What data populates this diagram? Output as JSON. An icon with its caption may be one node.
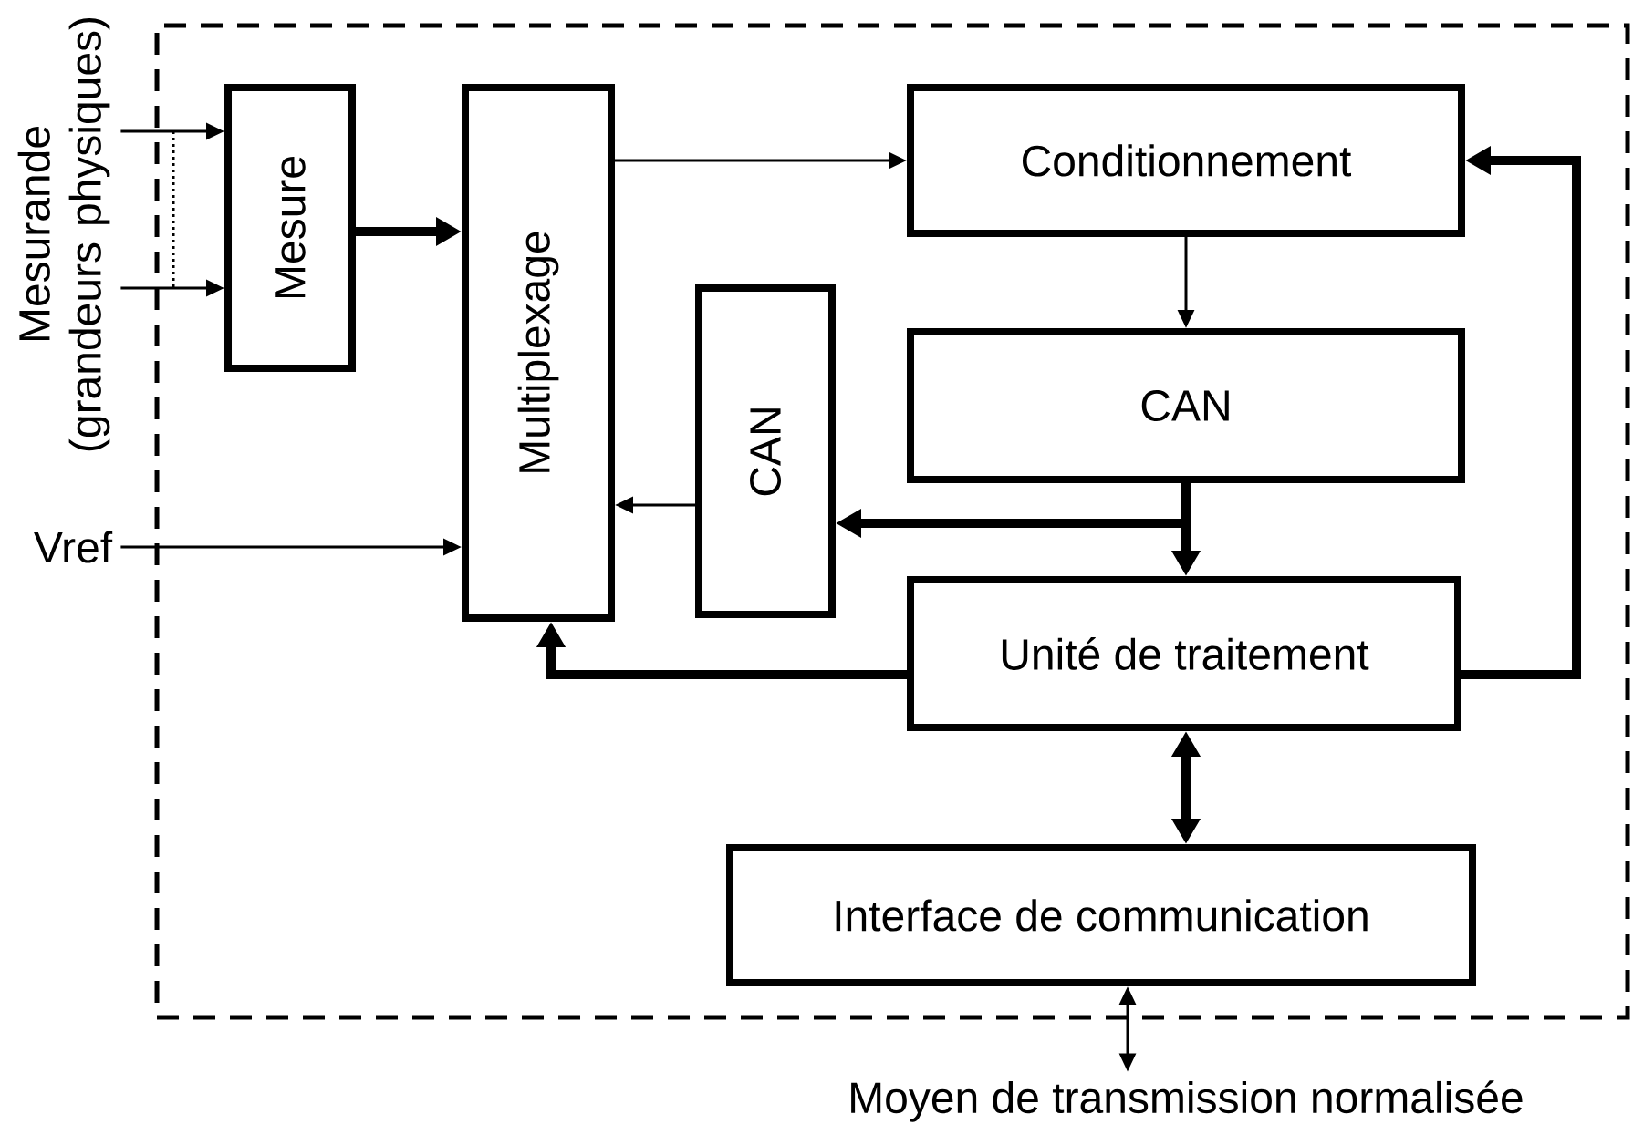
{
  "diagram": {
    "nodes": [
      {
        "text": [],
        "shape": "box"
      },
      {
        "text": [
          "Mesure"
        ],
        "in": 0
      },
      {
        "text": [
          "Multiplexage"
        ],
        "in": 0
      },
      {
        "text": [
          "Conditionnement"
        ],
        "in": 0
      },
      {
        "text": [
          "CAN"
        ],
        "in": 0
      },
      {
        "text": [
          "CAN"
        ],
        "in": 0
      },
      {
        "text": [
          "Unité de traitement"
        ],
        "in": 0
      },
      {
        "text": [
          "Interface de communication"
        ],
        "in": 0
      },
      {
        "text": [
          "Mesurande (grandeurs physiques)"
        ]
      },
      {
        "text": [
          "Vref"
        ]
      },
      {
        "text": [
          "Moyen de transmission normalisée"
        ]
      }
    ],
    "edges": [
      {
        "from": 8,
        "to": 1,
        "arrow": "to"
      },
      {
        "from": 8,
        "to": 1,
        "arrow": "to"
      },
      {
        "from": 1,
        "to": 2,
        "arrow": "to",
        "style": "thick"
      },
      {
        "from": 2,
        "to": 3,
        "arrow": "to"
      },
      {
        "from": 3,
        "to": 4,
        "arrow": "to"
      },
      {
        "from": 4,
        "to": 6,
        "arrow": "to",
        "style": "thick"
      },
      {
        "from": 4,
        "to": 5,
        "arrow": "to",
        "style": "thick"
      },
      {
        "from": 5,
        "to": 2,
        "arrow": "to"
      },
      {
        "from": 9,
        "to": 2,
        "arrow": "to"
      },
      {
        "from": 6,
        "to": 2,
        "arrow": "to",
        "style": "thick"
      },
      {
        "from": 6,
        "to": 3,
        "arrow": "to",
        "style": "thick"
      },
      {
        "from": 6,
        "to": 7,
        "arrow": "both",
        "style": "thick"
      },
      {
        "from": 7,
        "to": 10,
        "arrow": "both"
      }
    ]
  }
}
